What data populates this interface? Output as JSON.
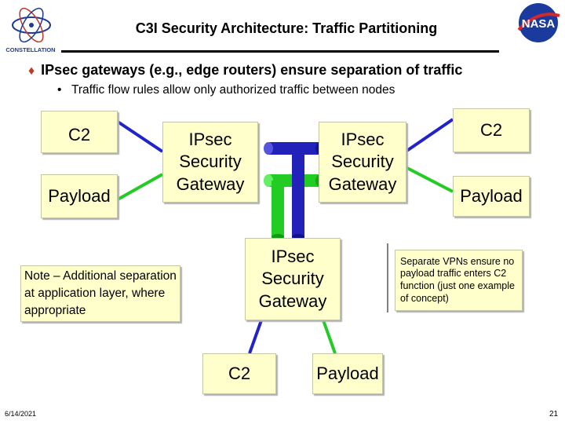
{
  "header": {
    "title": "C3I Security Architecture: Traffic Partitioning",
    "left_logo_text": "CONSTELLATION",
    "right_logo_text": "NASA"
  },
  "bullets": {
    "main": "IPsec gateways (e.g., edge routers) ensure separation of traffic",
    "sub": "Traffic flow rules allow only authorized traffic between nodes"
  },
  "nodes": {
    "left_c2": "C2",
    "left_payload": "Payload",
    "gw_left": "IPsec Security Gateway",
    "gw_right": "IPsec Security Gateway",
    "gw_bottom": "IPsec Security Gateway",
    "right_c2": "C2",
    "right_payload": "Payload",
    "bottom_c2": "C2",
    "bottom_payload": "Payload"
  },
  "notes": {
    "application_layer": "Note – Additional separation at application layer, where appropriate",
    "vpn": "Separate VPNs ensure no payload traffic enters C2 function (just one example of concept)"
  },
  "footer": {
    "date": "6/14/2021",
    "page": "21"
  },
  "colors": {
    "box_fill": "#ffffcc",
    "c2_link": "#2222cc",
    "payload_link": "#22cc22"
  }
}
